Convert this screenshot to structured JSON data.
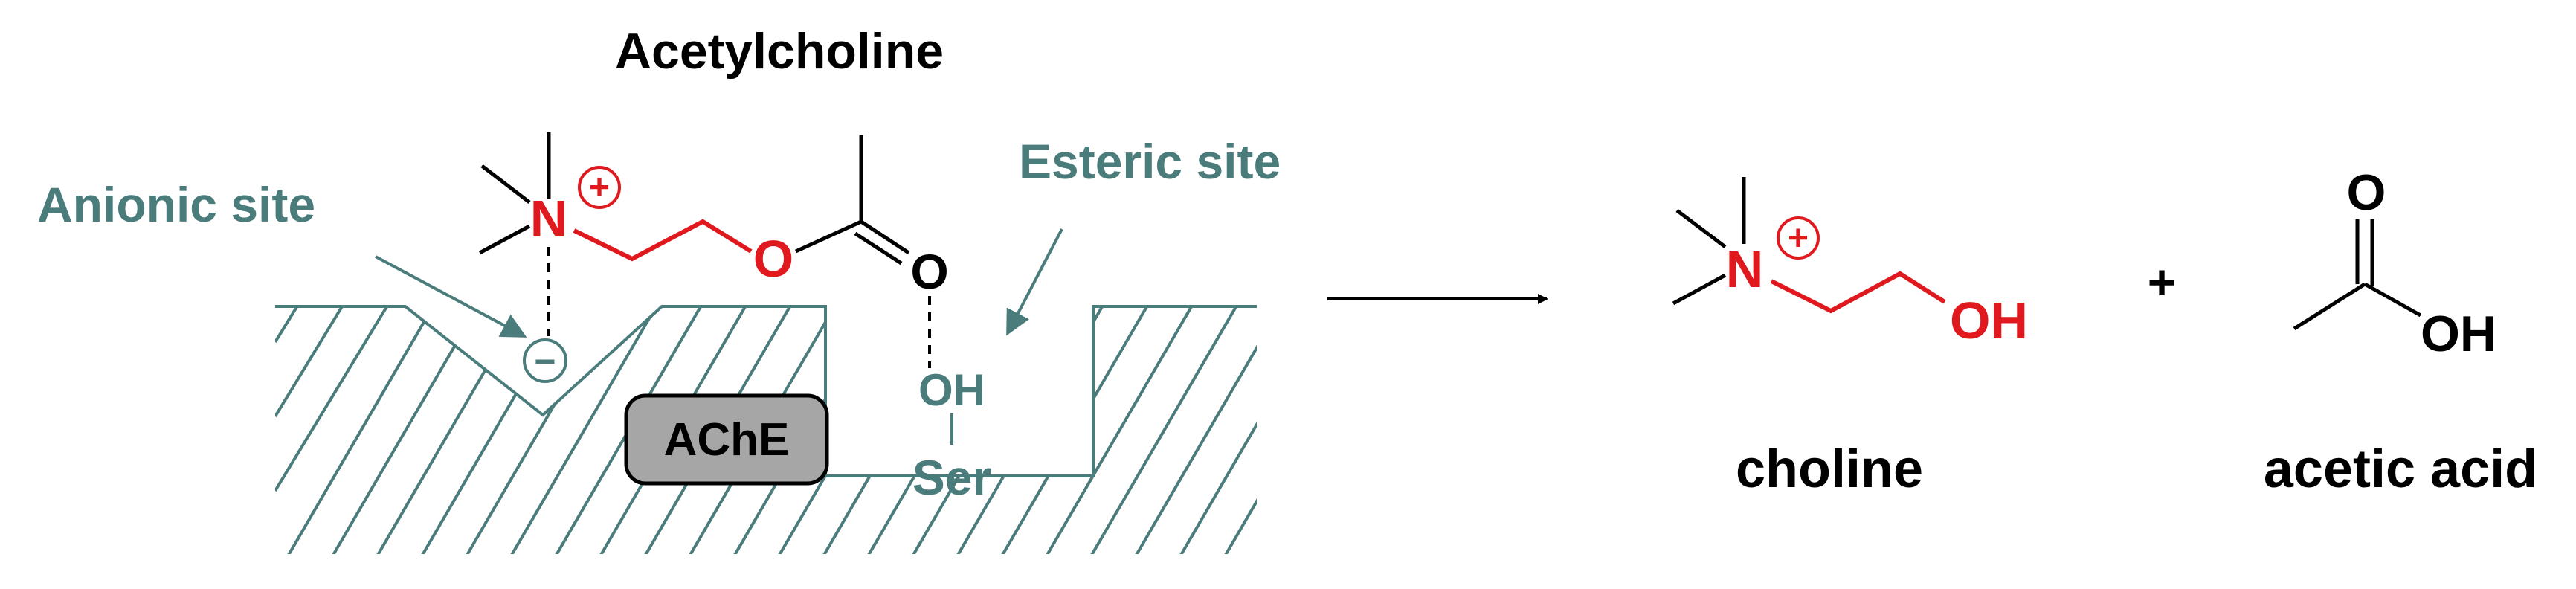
{
  "colors": {
    "teal": "#4a7c7c",
    "red": "#e0191f",
    "black": "#000000",
    "ache_box_fill": "#a6a6a6"
  },
  "labels": {
    "acetylcholine": "Acetylcholine",
    "anionic_site": "Anionic site",
    "esteric_site": "Esteric site",
    "ache": "AChE",
    "ser": "Ser",
    "oh_enzyme": "OH",
    "choline": "choline",
    "acetic_acid": "acetic acid",
    "plus": "+"
  },
  "atoms": {
    "nitrogen": "N",
    "positive_charge": "+",
    "negative_charge": "−",
    "oxygen": "O",
    "hydroxyl": "OH"
  }
}
